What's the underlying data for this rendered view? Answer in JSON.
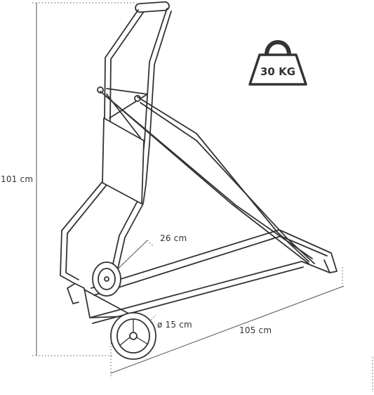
{
  "dimensions": {
    "height": "101 cm",
    "width": "105 cm",
    "depth": "26 cm",
    "wheel": "ø 15 cm"
  },
  "weight_badge": {
    "label": "30 KG",
    "icon": "kettlebell-weight-icon"
  },
  "colors": {
    "line": "#333333",
    "dashed": "#555555"
  }
}
